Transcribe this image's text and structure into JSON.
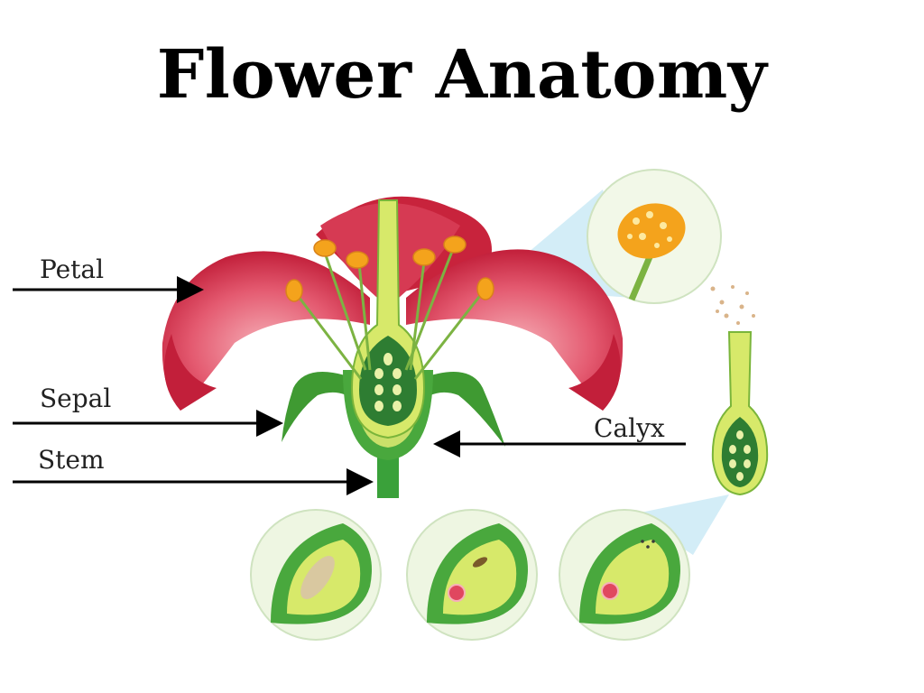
{
  "title": "Flower Anatomy",
  "labels": {
    "petal": "Petal",
    "sepal": "Sepal",
    "stem": "Stem",
    "calyx": "Calyx"
  },
  "colors": {
    "petal": "#e0475f",
    "petal_dark": "#c21f3a",
    "sepal": "#3f9a32",
    "stem": "#3aa13a",
    "pistil": "#d7e96a",
    "ovary": "#2e7d32",
    "anther": "#f4a31c",
    "pollen": "#d9b48a",
    "lens": "#c8e8f5"
  }
}
